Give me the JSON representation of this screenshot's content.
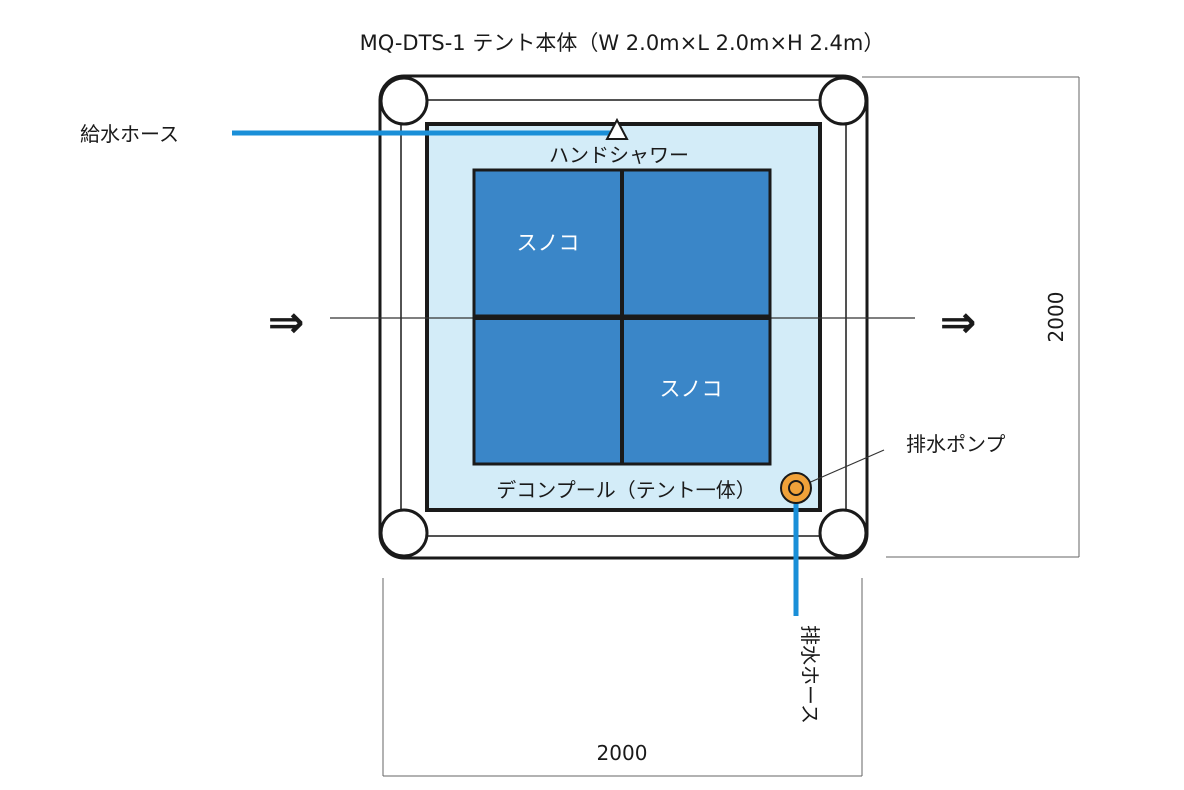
{
  "title": "MQ-DTS-1 テント本体（W 2.0m×L 2.0m×H 2.4m）",
  "labels": {
    "supply_hose": "給水ホース",
    "hand_shower": "ハンドシャワー",
    "sunoko_top": "スノコ",
    "sunoko_bottom": "スノコ",
    "decon_pool": "デコンプール（テント一体）",
    "drain_pump": "排水ポンプ",
    "drain_hose": "排水ホース"
  },
  "dimensions": {
    "width": "2000",
    "length": "2000"
  },
  "arrows": {
    "entry_symbol": "⇒",
    "exit_symbol": "⇒"
  },
  "colors": {
    "entry_arrow": "#e8242c",
    "exit_arrow": "#1f78c1",
    "pool_fill": "#d3ecf8",
    "tile_fill": "#3a86c8",
    "hose_blue": "#1a8fd8",
    "pump_orange": "#f0a23a"
  }
}
